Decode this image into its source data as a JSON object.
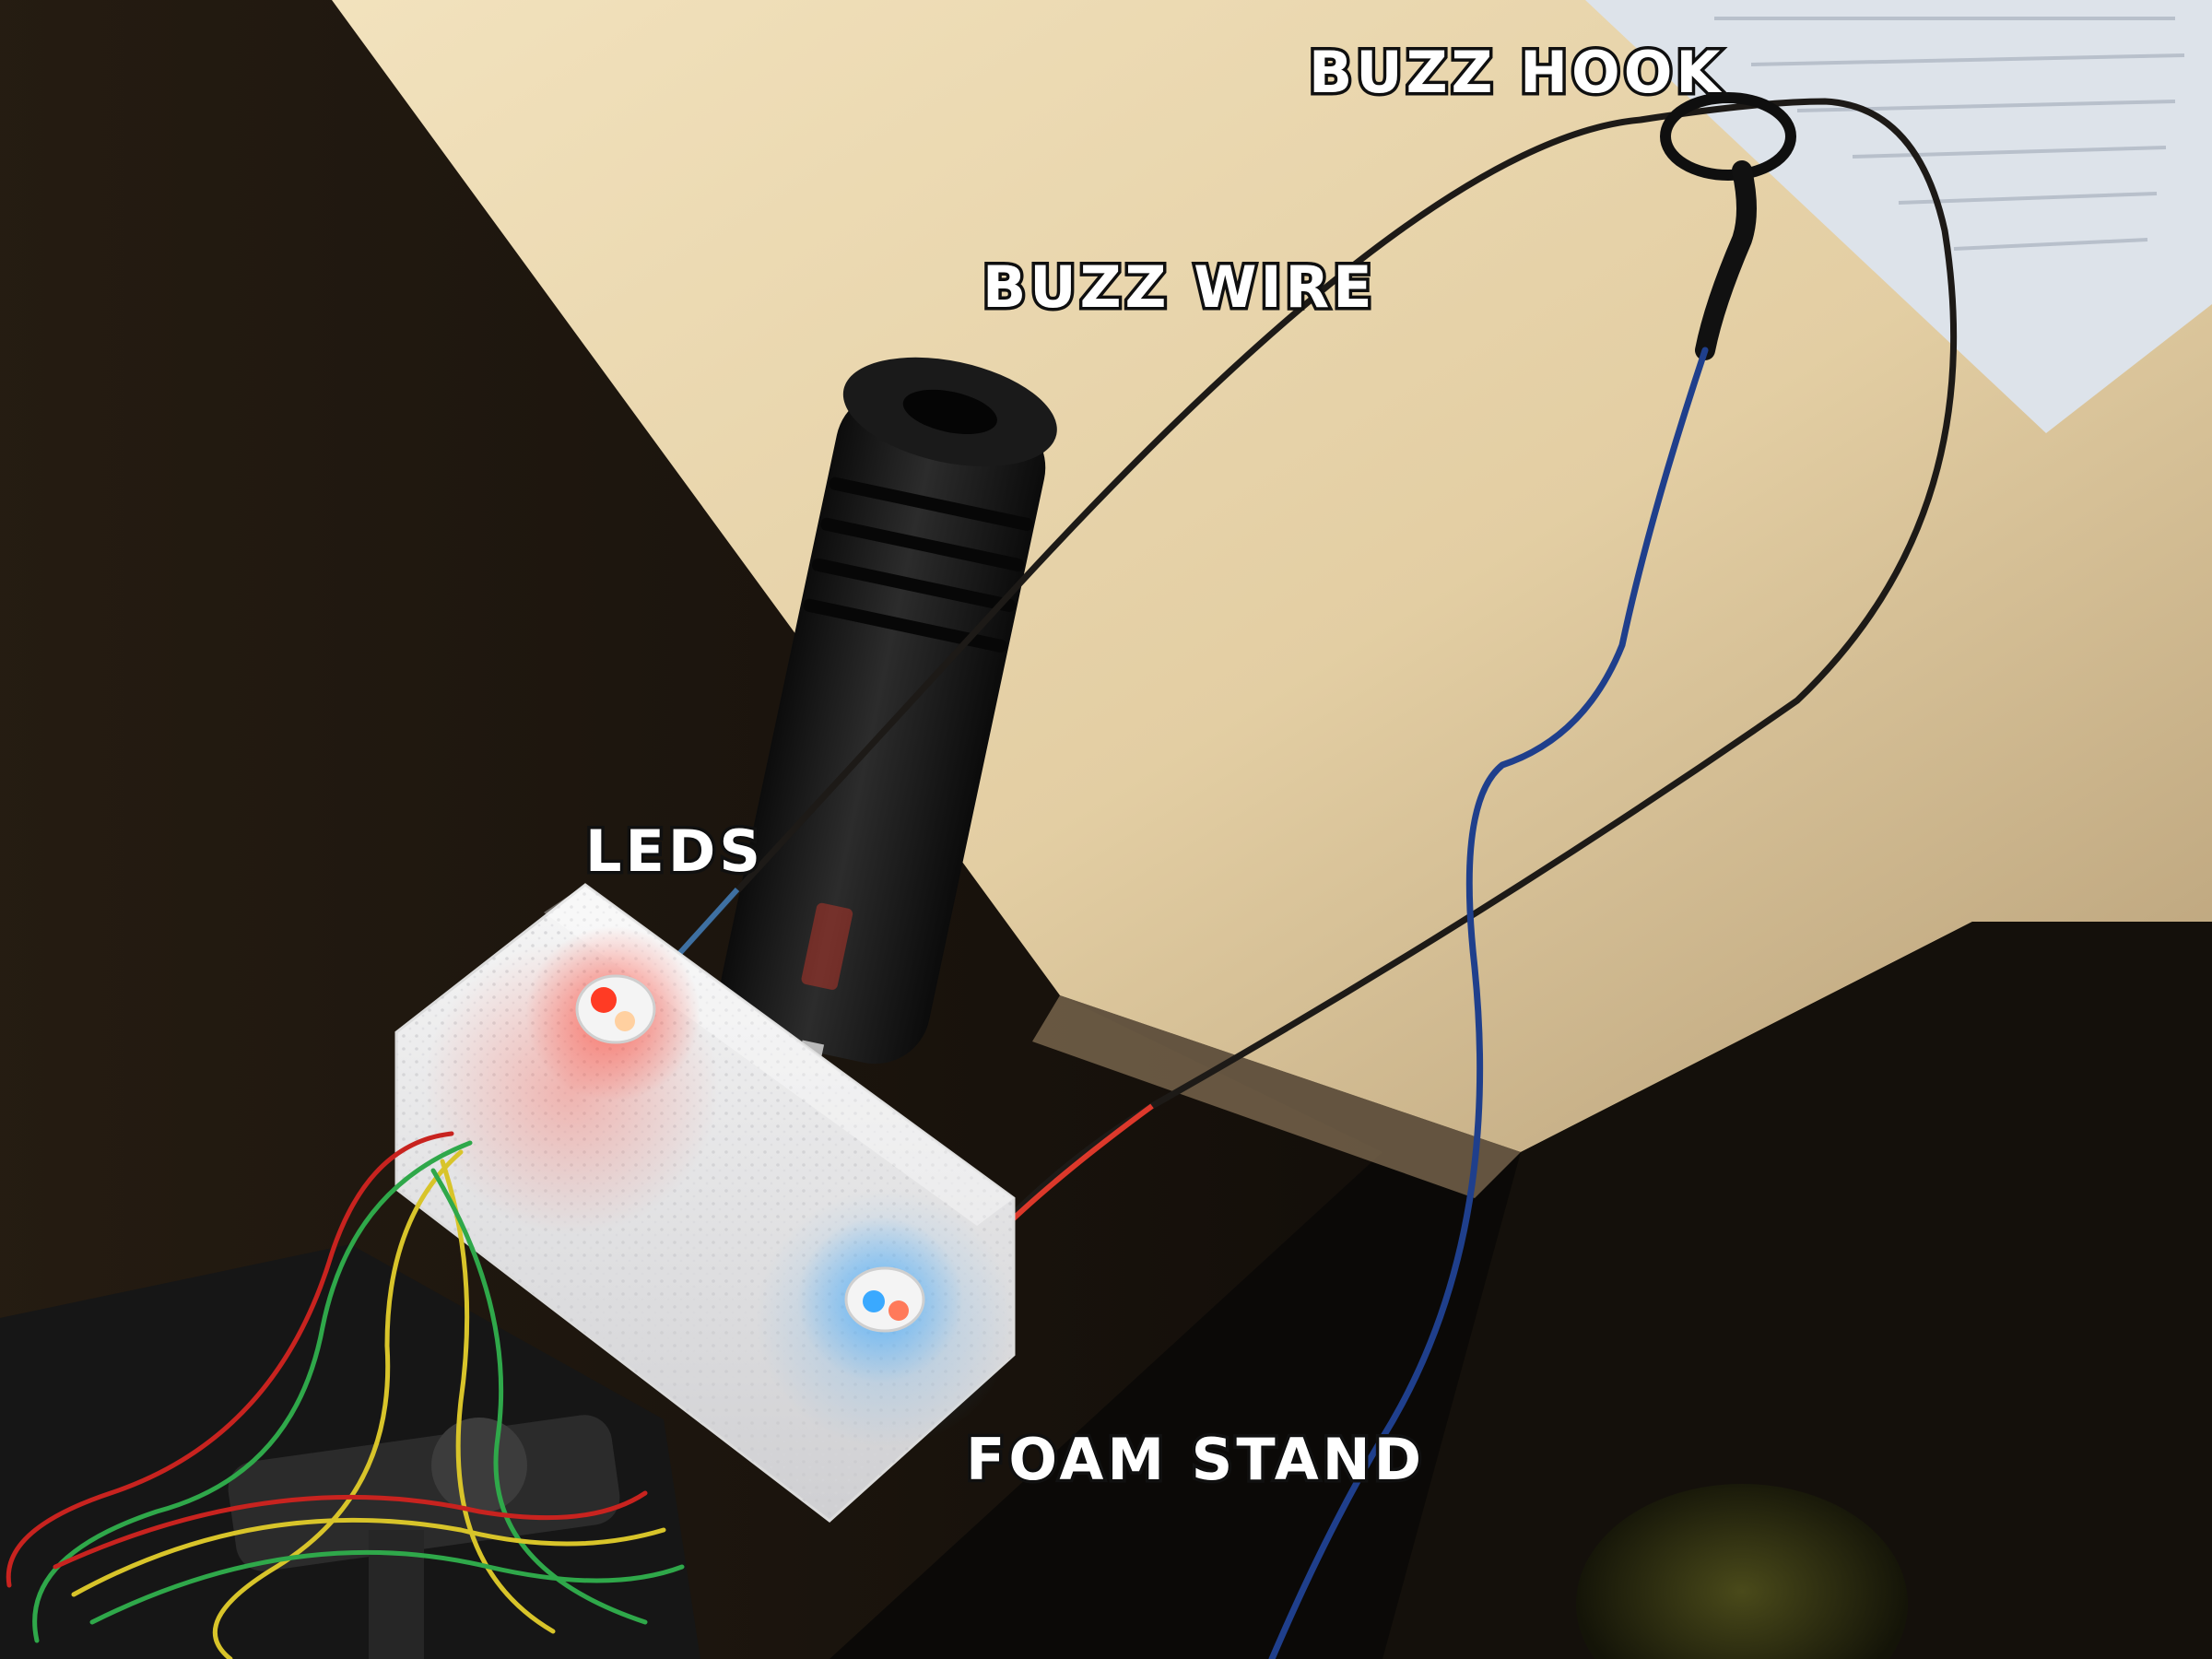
{
  "labels": {
    "buzz_hook": "BUZZ HOOK",
    "buzz_wire": "BUZZ WIRE",
    "leds": "LEDS",
    "foam_stand": "FOAM STAND"
  },
  "colors": {
    "wall_light": "#e7d5ad",
    "wall_dark": "#2b2014",
    "foam": "#eeeeee",
    "led_red": "#ff2a1a",
    "led_blue": "#35a8ff",
    "wire_dark": "#1c1a18",
    "blue_wire": "#1d3f8a",
    "green_wire": "#2fa84a",
    "yellow_wire": "#d8c42a",
    "red_wire": "#c8231f"
  }
}
